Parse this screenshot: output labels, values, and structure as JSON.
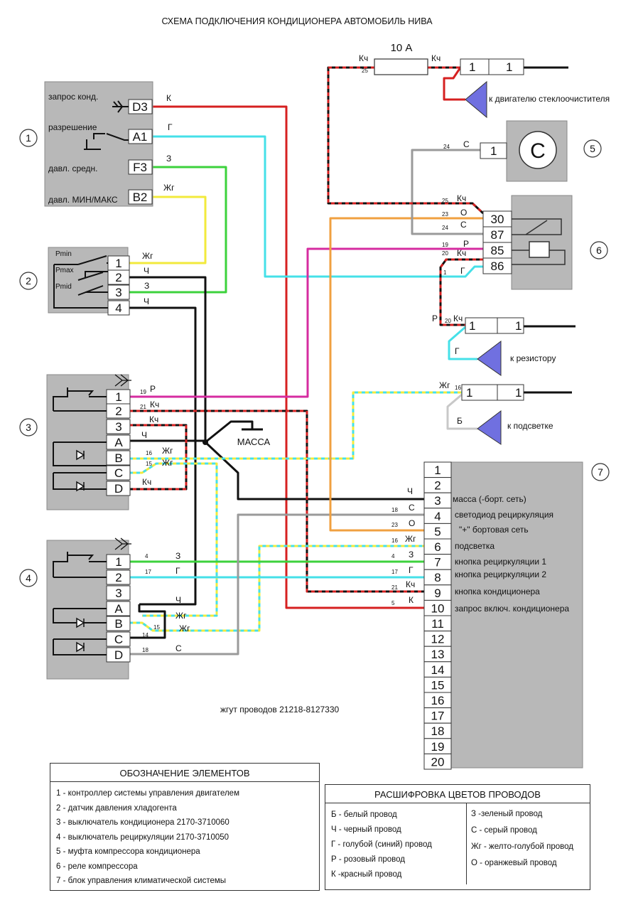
{
  "title": "СХЕМА ПОДКЛЮЧЕНИЯ КОНДИЦИОНЕРА АВТОМОБИЛЬ НИВА",
  "harness": "жгут проводов 21218-8127330",
  "block1": {
    "number": "1",
    "rows": [
      {
        "label": "запрос конд.",
        "pin": "D3"
      },
      {
        "label": "разрешение",
        "pin": "A1"
      },
      {
        "label": "давл. средн.",
        "pin": "F3"
      },
      {
        "label": "давл. МИН/МАКС",
        "pin": "B2"
      }
    ]
  },
  "block2": {
    "number": "2",
    "switches": [
      "Pmin",
      "Pmax",
      "Pmid"
    ],
    "pins": [
      "1",
      "2",
      "3",
      "4"
    ]
  },
  "block3": {
    "number": "3",
    "pins": [
      "1",
      "2",
      "3",
      "A",
      "B",
      "C",
      "D"
    ]
  },
  "block4": {
    "number": "4",
    "pins": [
      "1",
      "2",
      "3",
      "A",
      "B",
      "C",
      "D"
    ]
  },
  "block5": {
    "number": "5",
    "letter": "C",
    "pin": "1"
  },
  "block6": {
    "number": "6",
    "pins": [
      "30",
      "87",
      "85",
      "86"
    ]
  },
  "block7": {
    "number": "7",
    "pins": [
      "1",
      "2",
      "3",
      "4",
      "5",
      "6",
      "7",
      "8",
      "9",
      "10",
      "11",
      "12",
      "13",
      "14",
      "15",
      "16",
      "17",
      "18",
      "19",
      "20"
    ],
    "functions": [
      "масса (-борт. сеть)",
      "светодиод рециркуляция",
      "\"+\" бортовая сеть",
      "подсветка",
      "кнопка рециркуляции 1",
      "кнопка рециркуляции 2",
      "кнопка кондиционера",
      "запрос включ. кондиционера"
    ]
  },
  "fuse": {
    "label": "10 А",
    "wire_left": "Кч",
    "wire_right": "Кч",
    "num": "25"
  },
  "connectors": {
    "wiper": {
      "pin_a": "1",
      "pin_b": "1",
      "label": "к двигателю стеклоочистителя"
    },
    "resistor": {
      "pin_a": "1",
      "pin_b": "1",
      "label": "к резистору"
    },
    "backlight": {
      "pin_a": "1",
      "pin_b": "1",
      "label": "к подсветке"
    }
  },
  "ground": "МАССА",
  "wire_labels": {
    "K": "К",
    "G": "Г",
    "Z": "З",
    "Zhg": "Жг",
    "Ch": "Ч",
    "R": "Р",
    "Kch": "Кч",
    "S": "С",
    "O": "О",
    "B": "Б"
  },
  "wire_numbers": [
    "25",
    "24",
    "23",
    "19",
    "20",
    "1",
    "21",
    "16",
    "15",
    "14",
    "4",
    "17",
    "18",
    "5"
  ],
  "legend_elements": {
    "title": "ОБОЗНАЧЕНИЕ ЭЛЕМЕНТОВ",
    "items": [
      "1 - контроллер системы управления двигателем",
      "2 - датчик давления хладогента",
      "3 - выключатель кондиционера 2170-3710060",
      "4 - выключатель рециркуляции 2170-3710050",
      "5 - муфта компрессора кондиционера",
      "6 - реле компрессора",
      "7 - блок управления климатической системы"
    ]
  },
  "legend_colors": {
    "title": "РАСШИФРОВКА ЦВЕТОВ ПРОВОДОВ",
    "left": [
      "Б - белый провод",
      "Ч - черный провод",
      "Г - голубой (синий) провод",
      "Р - розовый провод",
      "К -красный провод"
    ],
    "right": [
      "З -зеленый провод",
      "С - серый провод",
      "Жг - желто-голубой провод",
      "О - оранжевый провод"
    ]
  },
  "colors": {
    "red": "#d62020",
    "cyan": "#45e0e8",
    "green": "#3cd23c",
    "yellow": "#f2ea3c",
    "black": "#111111",
    "pink": "#d62ca0",
    "orange": "#f0a040",
    "gray": "#9a9a9a",
    "blue_connector": "#7070e0",
    "box_gray": "#b8b8b8"
  }
}
